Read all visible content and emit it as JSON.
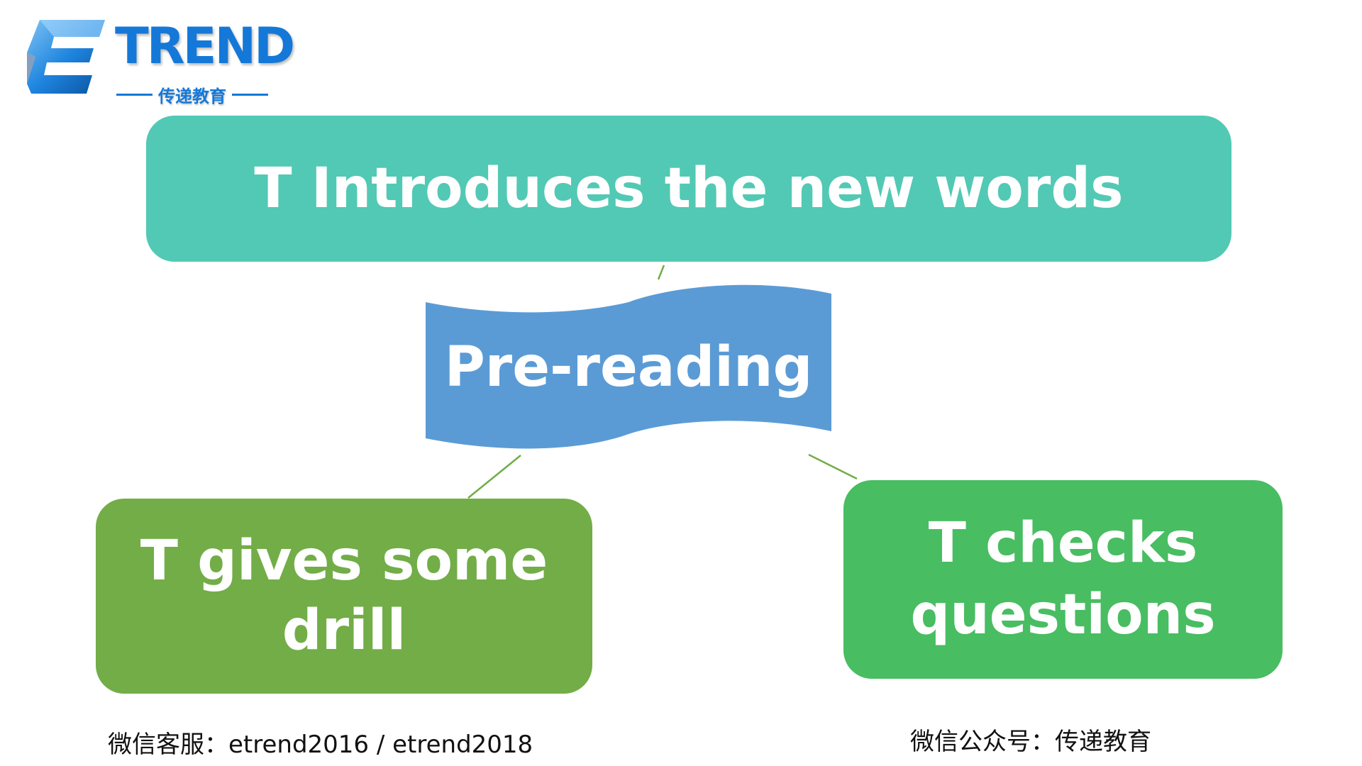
{
  "logo": {
    "word": "TREND",
    "subtitle": "传递教育",
    "brand_color": "#1478d8"
  },
  "diagram": {
    "center": "Pre-reading",
    "top": "T Introduces the new words",
    "left_lines": [
      "T gives some",
      "drill"
    ],
    "right_lines": [
      "T checks",
      "questions"
    ]
  },
  "colors": {
    "top_box": "#52c9b4",
    "left_box": "#72ad47",
    "right_box": "#48bd62",
    "center_banner": "#5b9bd5",
    "connector": "#70ad47"
  },
  "footer": {
    "left": "微信客服：etrend2016 / etrend2018",
    "right": "微信公众号：传递教育"
  }
}
